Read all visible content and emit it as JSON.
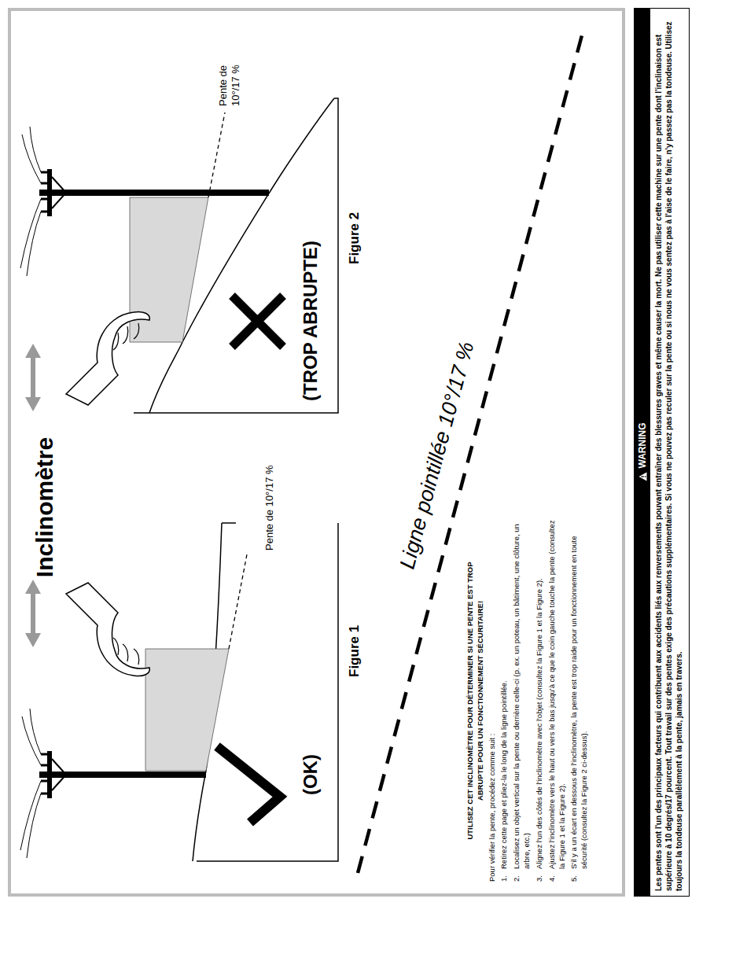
{
  "diagram": {
    "title": "Inclinomètre",
    "nodes": [
      {
        "text": [
          "WARNING",
          "Les pentes sont l'un des principaux facteurs qui contribuent aux accidents liés aux renversements pouvant entraîner des blessures graves et même causer la mort. Ne pas utiliser cette machine sur une pente dont l'inclinaison est supérieure à 10 degrés/17 pourcent. Tout travail sur des pentes exige des précautions supplémentaires. Si vous ne pouvez pas reculer sur la pente ou si nous ne vous sentez pas à l'aise de le faire, n'y passez pas la tondeuse. Utilisez toujours la tondeuse parallèlement à la pente, jamais en travers."
        ]
      }
    ],
    "labels": [
      "Pente de 10°/17 %",
      "(OK)",
      "Figure 1",
      "Pente de 10°/17 %",
      "(TROP ABRUPTE)",
      "Figure 2",
      "Ligne pointillée 10°/17 %",
      "UTILISEZ CET INCLINOMÈTRE POUR DÉTERMINER SI UNE PENTE EST TROP ABRUPTE POUR UN FONCTIONNEMENT SÉCURITAIRE!",
      "Pour vérifier la pente, procédez comme suit :",
      "1.",
      "Retirez cette page et pliez-la le long de la ligne pointillée.",
      "2.",
      "Localisez un objet vertical sur la pente ou derrière celle-ci (p. ex. un poteau, un bâtiment, une clôture, un arbre, etc.)",
      "3.",
      "Alignez l'un des côtés de l'inclinomètre avec l'objet (consultez la Figure 1 et la Figure 2).",
      "4.",
      "Ajustez l'inclinomètre vers le haut ou vers le bas jusqu'à ce que le coin gauche touche la pente (consultez la Figure 1 et la Figure 2).",
      "5.",
      "S'il y a un écart en dessous de l'inclinomètre, la pente est trop raide pour un fonctionnement en toute sécurité (consultez la Figure 2 ci-dessus)."
    ]
  }
}
